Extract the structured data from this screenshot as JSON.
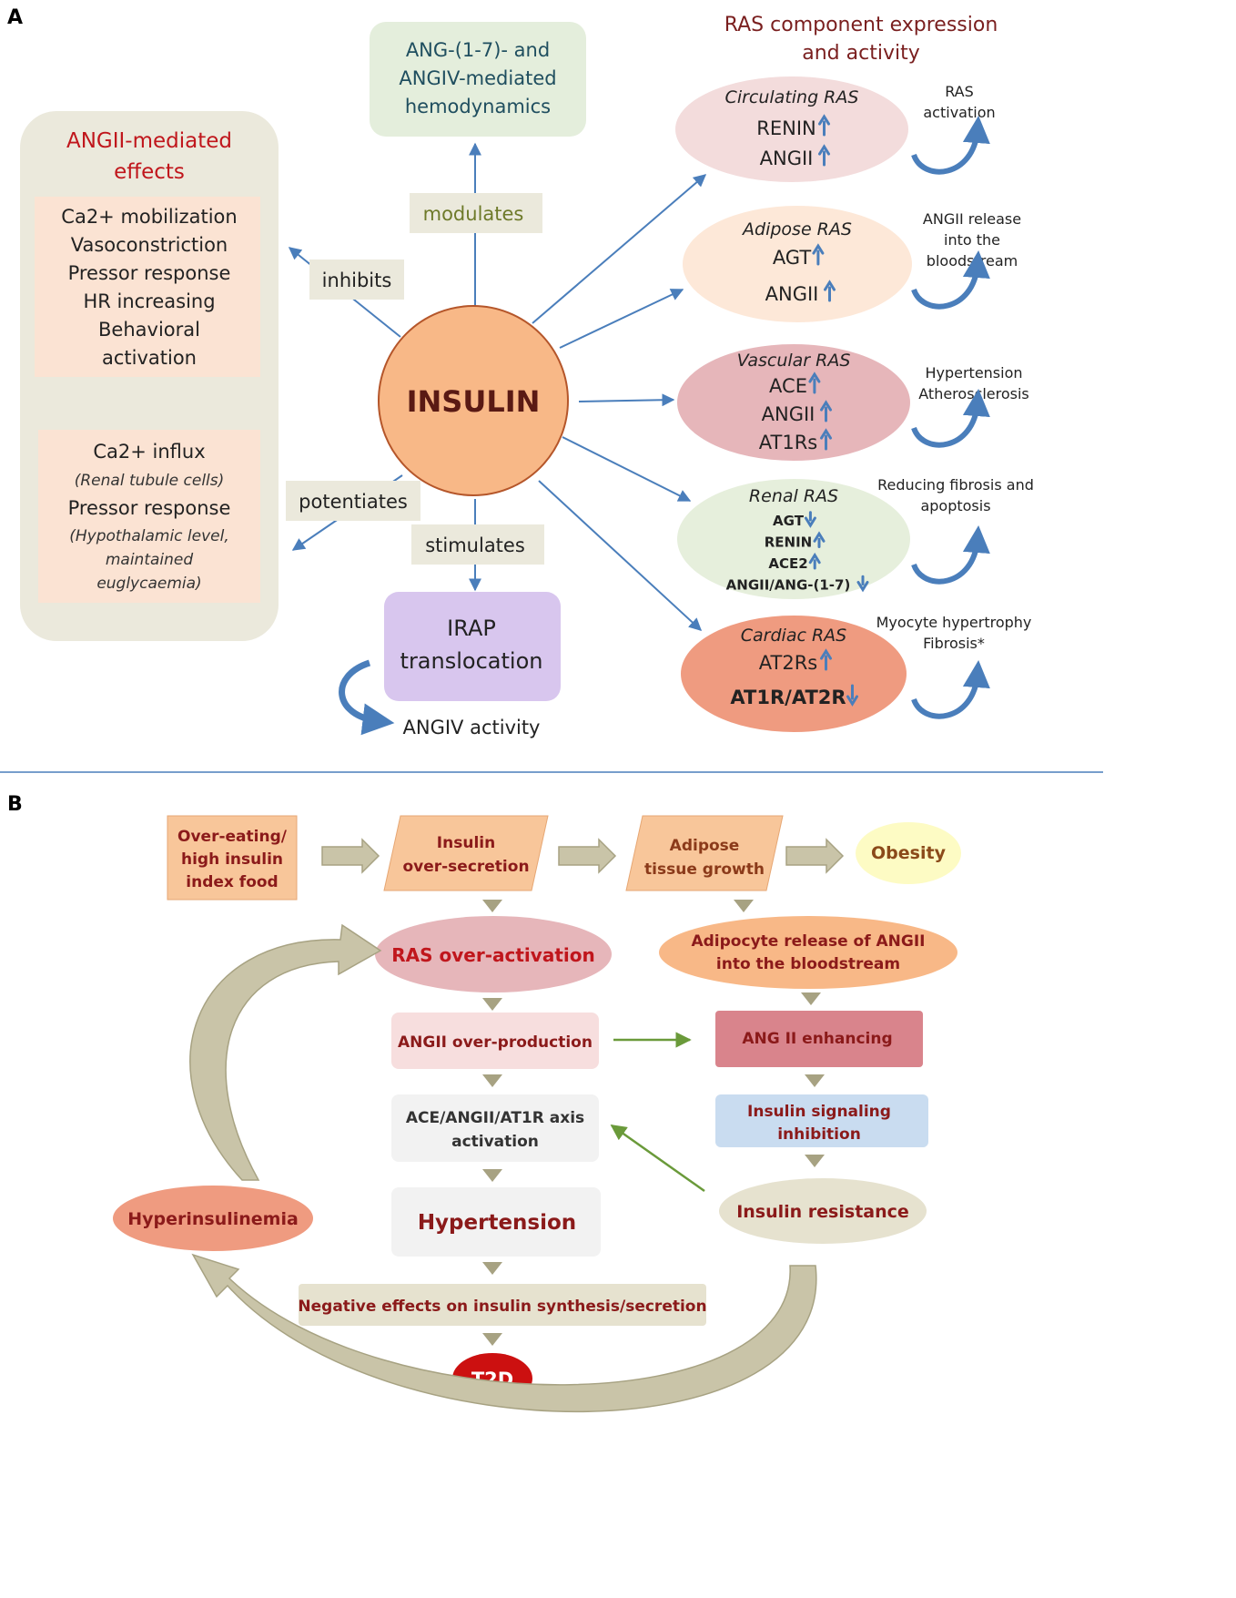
{
  "panel_a": {
    "label": "A",
    "heading_l1": "RAS component  expression",
    "heading_l2": "and activity",
    "hemo_l1": "ANG-(1-7)- and",
    "hemo_l2": "ANGIV-mediated",
    "hemo_l3": "hemodynamics",
    "effects_title_l1": "ANGII-mediated",
    "effects_title_l2": "effects",
    "effects_list": [
      "Ca2+ mobilization",
      "Vasoconstriction",
      "Pressor response",
      "HR increasing",
      "Behavioral",
      "activation"
    ],
    "effects_sub": {
      "ca_influx": "Ca2+ influx",
      "renal_note": "(Renal tubule cells)",
      "pressor": "Pressor response",
      "hypo_l1": "(Hypothalamic level,",
      "hypo_l2": "maintained",
      "hypo_l3": "euglycaemia)"
    },
    "center": "INSULIN",
    "labels": {
      "modulates": "modulates",
      "inhibits": "inhibits",
      "potentiates": "potentiates",
      "stimulates": "stimulates"
    },
    "irap_l1": "IRAP",
    "irap_l2": "translocation",
    "angiv": "ANGIV activity",
    "ras": [
      {
        "title": "Circulating RAS",
        "items": [
          {
            "name": "RENIN",
            "dir": "up"
          },
          {
            "name": "ANGII",
            "dir": "up"
          }
        ],
        "note": [
          "RAS",
          "activation"
        ],
        "color": "#f3dcdc"
      },
      {
        "title": "Adipose  RAS",
        "items": [
          {
            "name": "AGT",
            "dir": "up"
          },
          {
            "name": "ANGII",
            "dir": "up"
          }
        ],
        "note": [
          "ANGII release",
          "into the",
          "bloodstream"
        ],
        "color": "#fde8d8"
      },
      {
        "title": "Vascular RAS",
        "items": [
          {
            "name": "ACE",
            "dir": "up"
          },
          {
            "name": "ANGII",
            "dir": "up"
          },
          {
            "name": "AT1Rs",
            "dir": "up"
          }
        ],
        "note": [
          "Hypertension",
          "Atherosclerosis"
        ],
        "color": "#e6b6ba"
      },
      {
        "title": "Renal RAS",
        "items": [
          {
            "name": "AGT",
            "dir": "down"
          },
          {
            "name": "RENIN",
            "dir": "up"
          },
          {
            "name": "ACE2",
            "dir": "up"
          },
          {
            "name": "ANGII/ANG-(1-7)",
            "dir": "down"
          }
        ],
        "note": [
          "Reducing fibrosis and",
          "apoptosis"
        ],
        "color": "#e6efdc"
      },
      {
        "title": "Cardiac RAS",
        "items": [
          {
            "name": "AT2Rs",
            "dir": "up"
          },
          {
            "name": "AT1R/AT2R",
            "dir": "down"
          }
        ],
        "note": [
          "Myocyte hypertrophy",
          "Fibrosis*"
        ],
        "color": "#ef9b80"
      }
    ]
  },
  "panel_b": {
    "label": "B",
    "overeating_l1": "Over-eating/",
    "overeating_l2": "high insulin",
    "overeating_l3": "index food",
    "oversecretion_l1": "Insulin",
    "oversecretion_l2": "over-secretion",
    "adipose_l1": "Adipose",
    "adipose_l2": "tissue growth",
    "obesity": "Obesity",
    "ras_over": "RAS over-activation",
    "adipocyte_l1": "Adipocyte  release of ANGII",
    "adipocyte_l2": "into the bloodstream",
    "angii_over": "ANGII over-production",
    "ang_enh": "ANG II enhancing",
    "axis_l1": "ACE/ANGII/AT1R axis",
    "axis_l2": "activation",
    "signaling_l1": "Insulin  signaling",
    "signaling_l2": "inhibition",
    "hyperinsulinemia": "Hyperinsulinemia",
    "hypertension": "Hypertension",
    "resistance": "Insulin resistance",
    "negative": "Negative effects on insulin synthesis/secretion",
    "t2d": "T2D"
  },
  "colors": {
    "arrow_blue": "#4a7ebb",
    "dark_red": "#8b1a1a",
    "olive": "#a7a282",
    "green_arrow": "#6a9a3a",
    "insulin_fill": "#f8b887",
    "insulin_stroke": "#b5562a"
  }
}
